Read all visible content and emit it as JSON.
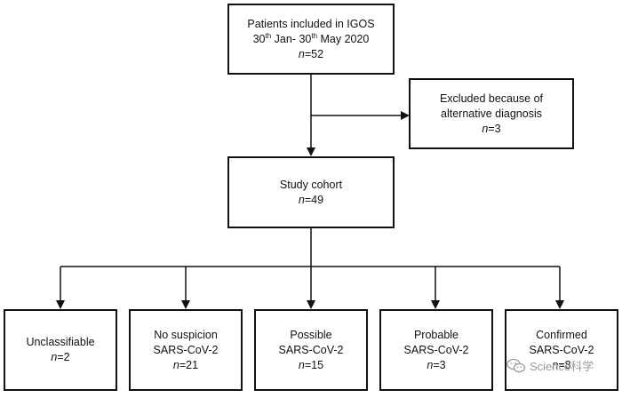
{
  "top_box": {
    "line1": "Patients included in IGOS",
    "date_start_day": "30",
    "date_start_suffix": "th",
    "date_start_month": " Jan- ",
    "date_end_day": "30",
    "date_end_suffix": "th",
    "date_end_rest": " May 2020",
    "n_label": "n",
    "n_value": "=52"
  },
  "excluded_box": {
    "line1": "Excluded because of",
    "line2": "alternative diagnosis",
    "n_label": "n",
    "n_value": "=3"
  },
  "cohort_box": {
    "line1": "Study cohort",
    "n_label": "n",
    "n_value": "=49"
  },
  "categories": [
    {
      "line1": "Unclassifiable",
      "line2": "",
      "n_label": "n",
      "n_value": "=2"
    },
    {
      "line1": "No suspicion",
      "line2": "SARS-CoV-2",
      "n_label": "n",
      "n_value": "=21"
    },
    {
      "line1": "Possible",
      "line2": "SARS-CoV-2",
      "n_label": "n",
      "n_value": "=15"
    },
    {
      "line1": "Probable",
      "line2": "SARS-CoV-2",
      "n_label": "n",
      "n_value": "=3"
    },
    {
      "line1": "Confirmed",
      "line2": "SARS-CoV-2",
      "n_label": "n",
      "n_value": "=8"
    }
  ],
  "watermark": {
    "text": "Science科学"
  },
  "colors": {
    "stroke": "#111111",
    "watermark": "#9a9a9a"
  }
}
